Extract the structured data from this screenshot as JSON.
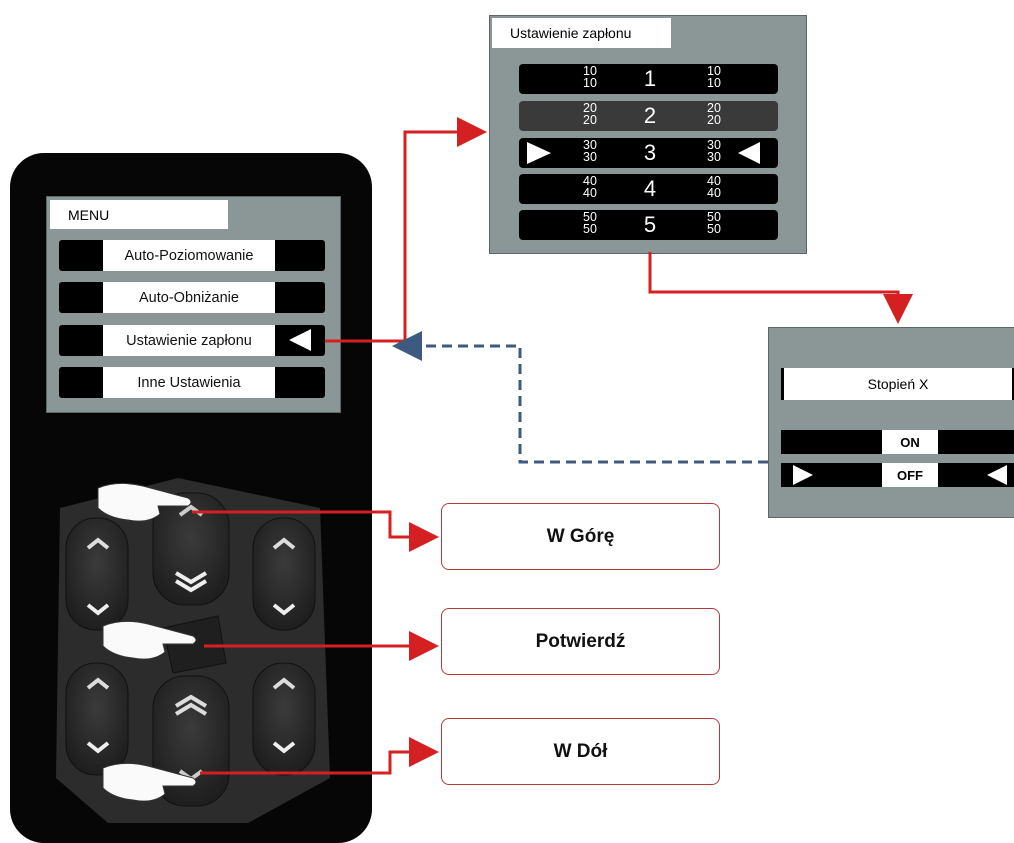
{
  "menu": {
    "title": "MENU",
    "items": [
      {
        "label": "Auto-Poziomowanie"
      },
      {
        "label": "Auto-Obniżanie"
      },
      {
        "label": "Ustawienie zapłonu"
      },
      {
        "label": "Inne Ustawienia"
      }
    ]
  },
  "ignition_screen": {
    "title": "Ustawienie zapłonu",
    "rows": [
      {
        "num": "1",
        "top": "10",
        "bottom": "10"
      },
      {
        "num": "2",
        "top": "20",
        "bottom": "20"
      },
      {
        "num": "3",
        "top": "30",
        "bottom": "30"
      },
      {
        "num": "4",
        "top": "40",
        "bottom": "40"
      },
      {
        "num": "5",
        "top": "50",
        "bottom": "50"
      }
    ]
  },
  "degree_screen": {
    "title": "Stopień X",
    "on_label": "ON",
    "off_label": "OFF"
  },
  "callouts": {
    "up": "W Górę",
    "confirm": "Potwierdź",
    "down": "W Dół"
  },
  "colors": {
    "arrow_red": "#d42020",
    "arrow_dashed": "#3d5a80",
    "screen_gray": "#8b9697"
  }
}
